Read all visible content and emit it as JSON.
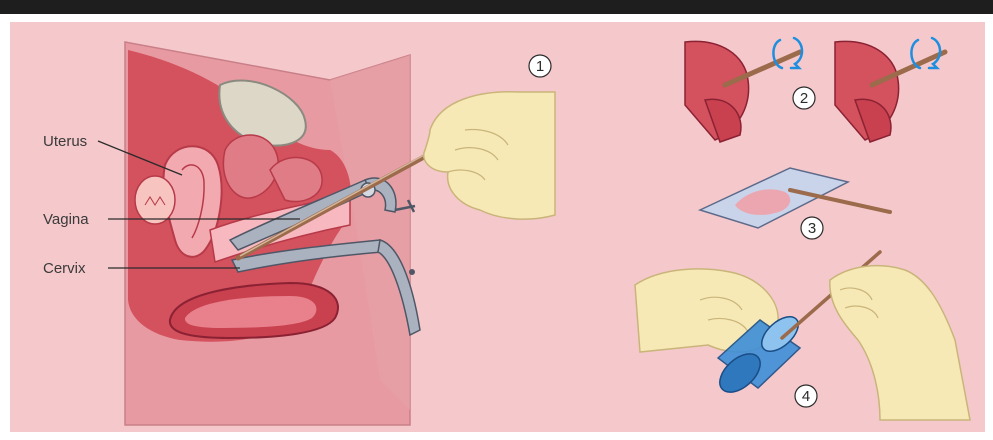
{
  "labels": {
    "uterus": "Uterus",
    "vagina": "Vagina",
    "cervix": "Cervix"
  },
  "steps": [
    "1",
    "2",
    "3",
    "4"
  ],
  "colors": {
    "background": "#f5c8cb",
    "top_bar": "#1e1e1e",
    "tissue_dark": "#c9404f",
    "tissue_mid": "#e07c86",
    "tissue_light": "#f3a9b0",
    "glove": "#f7e9b6",
    "instrument": "#9aa3b3",
    "swab": "#9b6b4c",
    "rotation_arrow": "#1e8fe0",
    "vial": "#3d8fd8"
  }
}
